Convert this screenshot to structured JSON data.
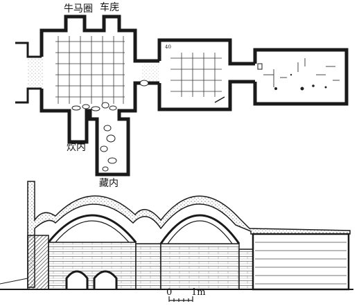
{
  "labels": {
    "cattle_horse_pen": "牛马圈",
    "carriage_shed": "车庑",
    "kitchen_room": "炊内",
    "storage_room": "藏内"
  },
  "scale_bar": {
    "zero": "0",
    "one_meter": "1m"
  },
  "colors": {
    "ink": "#1a1a1a",
    "paper": "#ffffff",
    "hatch": "#333333"
  }
}
